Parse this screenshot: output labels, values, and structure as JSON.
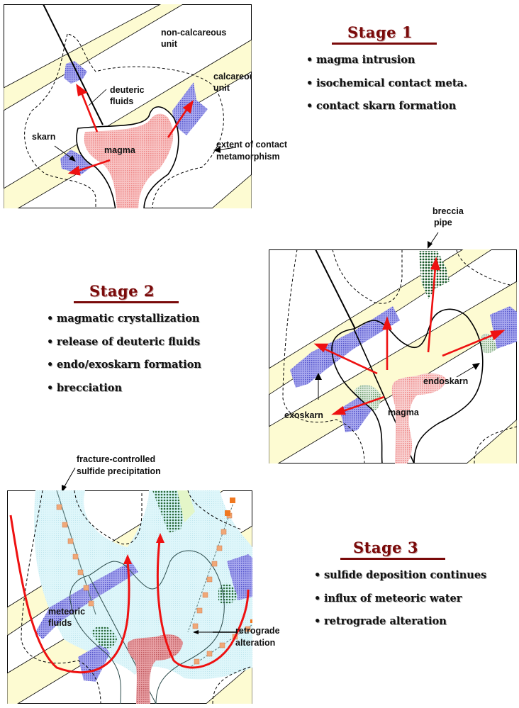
{
  "stages": [
    {
      "title": "Stage  1",
      "bullets": [
        "magma intrusion",
        "isochemical contact meta.",
        "contact skarn formation"
      ],
      "labels": {
        "non_calcareous_1": "non-calcareous",
        "non_calcareous_2": "unit",
        "calcareous_1": "calcareous",
        "calcareous_2": "unit",
        "deuteric_1": "deuteric",
        "deuteric_2": "fluids",
        "skarn": "skarn",
        "magma": "magma",
        "extent_1": "extent of contact",
        "extent_2": "metamorphism"
      }
    },
    {
      "title": "Stage  2",
      "bullets": [
        "magmatic crystallization",
        "release of deuteric fluids",
        "endo/exoskarn formation",
        "brecciation"
      ],
      "labels": {
        "breccia_1": "breccia",
        "breccia_2": "pipe",
        "endoskarn": "endoskarn",
        "exoskarn": "exoskarn",
        "magma": "magma"
      }
    },
    {
      "title": "Stage  3",
      "bullets": [
        "sulfide deposition continues",
        "influx of meteoric water",
        "retrograde alteration"
      ],
      "labels": {
        "fracture_1": "fracture-controlled",
        "fracture_2": "sulfide precipitation",
        "meteoric_1": "meteoric",
        "meteoric_2": "fluids",
        "retrograde_1": "retrograde",
        "retrograde_2": "alteration"
      }
    }
  ],
  "colors": {
    "stage_title": "#7a0a0a",
    "calcareous_band": "#fdfbd2",
    "skarn": "#8c8ce6",
    "magma": "#f4a6a6",
    "magma_stage3": "#d0787c",
    "arrow": "#ee1111",
    "breccia": "#1a5a2a",
    "meteoric": "#d6f4f8",
    "sulfide": "#f0a878"
  }
}
